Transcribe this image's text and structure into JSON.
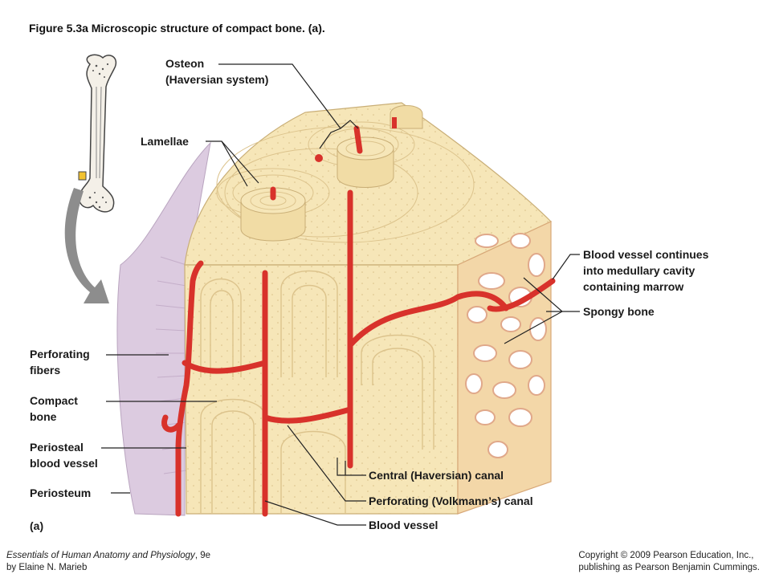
{
  "figure": {
    "title": "Figure 5.3a  Microscopic structure of compact bone. (a).",
    "part_label": "(a)"
  },
  "labels": {
    "osteon_line1": "Osteon",
    "osteon_line2": "(Haversian  system)",
    "lamellae": "Lamellae",
    "perforating_fibers_line1": "Perforating",
    "perforating_fibers_line2": "fibers",
    "compact_bone_line1": "Compact",
    "compact_bone_line2": "bone",
    "periosteal_vessel_line1": "Periosteal",
    "periosteal_vessel_line2": "blood  vessel",
    "periosteum": "Periosteum",
    "blood_vessel_continues_line1": "Blood  vessel  continues",
    "blood_vessel_continues_line2": "into  medullary  cavity",
    "blood_vessel_continues_line3": "containing  marrow",
    "spongy_bone": "Spongy  bone",
    "central_canal": "Central  (Haversian)  canal",
    "perforating_canal": "Perforating  (Volkmann’s)  canal",
    "blood_vessel": "Blood  vessel"
  },
  "footer": {
    "book_title": "Essentials of Human Anatomy and Physiology",
    "edition": ", 9e",
    "author": "by Elaine N. Marieb",
    "copyright_line1": "Copyright © 2009 Pearson Education, Inc.,",
    "copyright_line2": "publishing as Pearson Benjamin Cummings."
  },
  "colors": {
    "bone": "#f6e6b8",
    "bone_dark": "#e6cf95",
    "vessel": "#d8322b",
    "periosteum": "#d9c9dd",
    "spongy": "#f3d7a8",
    "arrow": "#8d8d8d"
  }
}
